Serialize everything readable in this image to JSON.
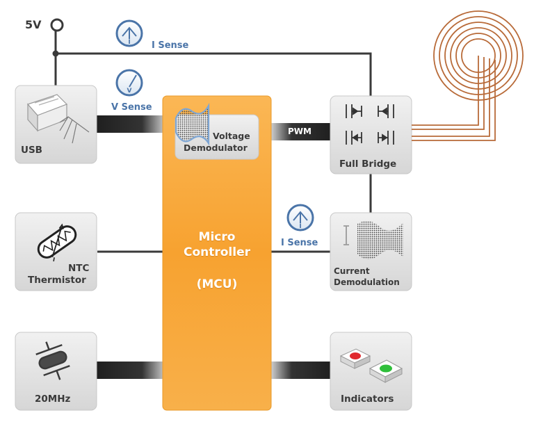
{
  "supply": {
    "label": "5V"
  },
  "sensors": {
    "i_sense_top": "I Sense",
    "v_sense": "V Sense",
    "i_sense_mid": "I Sense"
  },
  "signals": {
    "pwm": "PWM"
  },
  "blocks": {
    "usb": "USB",
    "ntc_line1": "NTC",
    "ntc_line2": "Thermistor",
    "crystal": "20MHz",
    "mcu_line1": "Micro",
    "mcu_line2": "Controller",
    "mcu_line3": "(MCU)",
    "voltage_demod_line1": "Voltage",
    "voltage_demod_line2": "Demodulator",
    "full_bridge": "Full Bridge",
    "current_demod_line1": "Current",
    "current_demod_line2": "Demodulation",
    "indicators": "Indicators"
  },
  "meter_symbols": {
    "current": "I",
    "voltage": "V"
  },
  "colors": {
    "mcu_orange": "#f7a230",
    "box_grey": "#e4e4e4",
    "sense_blue": "#4a74a8",
    "coil_copper": "#b86a38",
    "wire_dark": "#3a3a3a",
    "led_red": "#e0282d",
    "led_green": "#2fbf3a"
  },
  "icons": [
    "usb-plug-icon",
    "thermistor-icon",
    "crystal-icon",
    "transistor-bridge-icon",
    "waveform-icon",
    "led-icon",
    "meter-icon",
    "coil-icon"
  ]
}
